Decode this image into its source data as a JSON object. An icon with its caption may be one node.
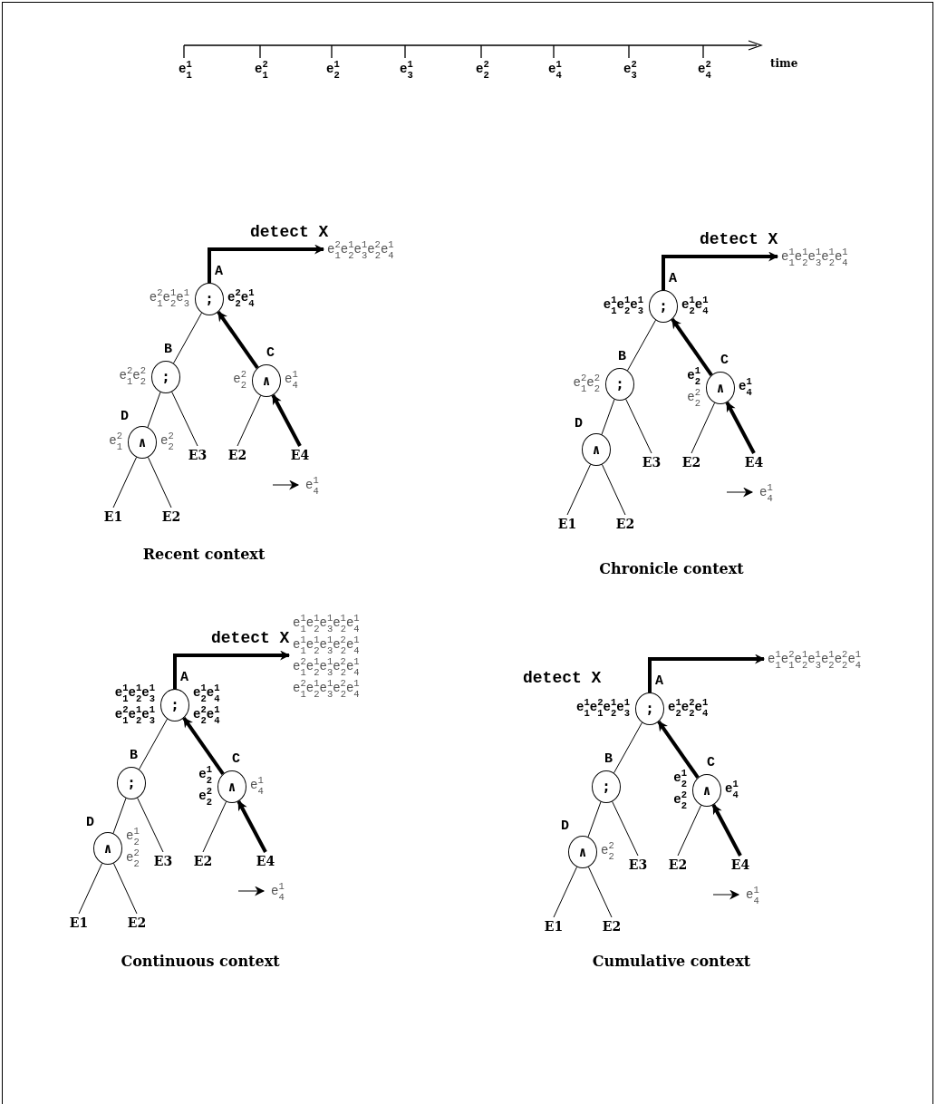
{
  "diagram": {
    "nodes": [
      {
        "text": [
          "e$^{2}$$_{1}$e$^{1}$$_{2}$e$^{1}$$_{3}$e$^{2}$$_{2}$e$^{1}$$_{4}$"
        ]
      },
      {
        "text": [
          "A",
          ";"
        ],
        "beside": [
          "e$^{2}$$_{1}$e$^{1}$$_{2}$e$^{1}$$_{3}$",
          "e$^{2}$$_{2}$e$^{1}$$_{4}$"
        ]
      },
      {
        "text": [
          "B",
          ";"
        ],
        "beside": [
          "e$^{2}$$_{1}$e$^{2}$$_{2}$"
        ]
      },
      {
        "text": [
          "C",
          "∧"
        ],
        "beside": [
          "e$^{2}$$_{2}$",
          "e$^{1}$$_{4}$"
        ]
      },
      {
        "text": [
          "D",
          "∧"
        ],
        "beside": [
          "e$^{2}$$_{1}$",
          "e$^{2}$$_{2}$"
        ]
      },
      {
        "text": [
          "E3"
        ]
      },
      {
        "text": [
          "E2"
        ]
      },
      {
        "text": [
          "E4"
        ]
      },
      {
        "text": [
          "e$^{1}$$_{4}$"
        ]
      },
      {
        "text": [
          "E1"
        ]
      },
      {
        "text": [
          "E2"
        ]
      },
      {
        "text": [
          "e$^{1}$$_{1}$e$^{1}$$_{2}$e$^{1}$$_{3}$e$^{1}$$_{2}$e$^{1}$$_{4}$"
        ]
      },
      {
        "text": [
          "A",
          ";"
        ],
        "beside": [
          "e$^{1}$$_{1}$e$^{1}$$_{2}$e$^{1}$$_{3}$",
          "e$^{1}$$_{2}$e$^{1}$$_{4}$"
        ]
      },
      {
        "text": [
          "B",
          ";"
        ],
        "beside": [
          "e$^{2}$$_{1}$e$^{2}$$_{2}$"
        ]
      },
      {
        "text": [
          "C",
          "∧"
        ],
        "beside": [
          "e$^{1}$$_{2}$",
          "e$^{2}$$_{2}$",
          "e$^{1}$$_{4}$"
        ]
      },
      {
        "text": [
          "D",
          "∧"
        ]
      },
      {
        "text": [
          "E3"
        ]
      },
      {
        "text": [
          "E2"
        ]
      },
      {
        "text": [
          "E4"
        ]
      },
      {
        "text": [
          "e$^{1}$$_{4}$"
        ]
      },
      {
        "text": [
          "E1"
        ]
      },
      {
        "text": [
          "E2"
        ]
      },
      {
        "text": [
          "e$^{1}$$_{1}$e$^{1}$$_{2}$e$^{1}$$_{3}$e$^{1}$$_{2}$e$^{1}$$_{4}$",
          "e$^{1}$$_{1}$e$^{1}$$_{2}$e$^{1}$$_{3}$e$^{2}$$_{2}$e$^{1}$$_{4}$",
          "e$^{2}$$_{1}$e$^{1}$$_{2}$e$^{1}$$_{3}$e$^{2}$$_{2}$e$^{1}$$_{4}$",
          "e$^{2}$$_{1}$e$^{1}$$_{2}$e$^{1}$$_{3}$e$^{2}$$_{2}$e$^{1}$$_{4}$"
        ]
      },
      {
        "text": [
          "A",
          ";"
        ],
        "beside": [
          "e$^{1}$$_{1}$e$^{1}$$_{2}$e$^{1}$$_{3}$",
          "e$^{2}$$_{1}$e$^{1}$$_{2}$e$^{1}$$_{3}$",
          "e$^{1}$$_{2}$e$^{1}$$_{4}$",
          "e$^{2}$$_{2}$e$^{1}$$_{4}$"
        ]
      },
      {
        "text": [
          "B",
          ";"
        ]
      },
      {
        "text": [
          "C",
          "∧"
        ],
        "beside": [
          "e$^{1}$$_{2}$",
          "e$^{2}$$_{2}$",
          "e$^{1}$$_{4}$"
        ]
      },
      {
        "text": [
          "D",
          "∧"
        ],
        "beside": [
          "e$^{1}$$_{2}$",
          "e$^{2}$$_{2}$"
        ]
      },
      {
        "text": [
          "E3"
        ]
      },
      {
        "text": [
          "E2"
        ]
      },
      {
        "text": [
          "E4"
        ]
      },
      {
        "text": [
          "e$^{1}$$_{4}$"
        ]
      },
      {
        "text": [
          "E1"
        ]
      },
      {
        "text": [
          "E2"
        ]
      },
      {
        "text": [
          "e$^{1}$$_{1}$e$^{2}$$_{1}$e$^{1}$$_{2}$e$^{1}$$_{3}$e$^{1}$$_{2}$e$^{2}$$_{2}$e$^{1}$$_{4}$"
        ]
      },
      {
        "text": [
          "A",
          ";"
        ],
        "beside": [
          "e$^{1}$$_{1}$e$^{2}$$_{1}$e$^{1}$$_{2}$e$^{1}$$_{3}$",
          "e$^{1}$$_{2}$e$^{2}$$_{2}$e$^{1}$$_{4}$"
        ]
      },
      {
        "text": [
          "B",
          ";"
        ]
      },
      {
        "text": [
          "C",
          "∧"
        ],
        "beside": [
          "e$^{1}$$_{2}$",
          "e$^{2}$$_{2}$",
          "e$^{1}$$_{4}$"
        ]
      },
      {
        "text": [
          "D",
          "∧"
        ],
        "beside": [
          "e$^{2}$$_{2}$"
        ]
      },
      {
        "text": [
          "E3"
        ]
      },
      {
        "text": [
          "E2"
        ]
      },
      {
        "text": [
          "E4"
        ]
      },
      {
        "text": [
          "e$^{1}$$_{4}$"
        ]
      },
      {
        "text": [
          "E1"
        ]
      },
      {
        "text": [
          "E2"
        ]
      }
    ],
    "edges": [
      {
        "from": 1,
        "to": 0,
        "arrow": "to",
        "label": "detect X",
        "style": "thick"
      },
      {
        "from": 1,
        "to": 2,
        "arrow": "none"
      },
      {
        "from": 3,
        "to": 1,
        "arrow": "to",
        "style": "thick"
      },
      {
        "from": 2,
        "to": 4,
        "arrow": "none"
      },
      {
        "from": 2,
        "to": 5,
        "arrow": "none"
      },
      {
        "from": 3,
        "to": 6,
        "arrow": "none"
      },
      {
        "from": 7,
        "to": 3,
        "arrow": "to",
        "style": "thick"
      },
      {
        "from": 4,
        "to": 9,
        "arrow": "none"
      },
      {
        "from": 4,
        "to": 10,
        "arrow": "none"
      },
      {
        "from": null,
        "to": 8,
        "arrow": "to"
      },
      {
        "from": 12,
        "to": 11,
        "arrow": "to",
        "label": "detect X",
        "style": "thick"
      },
      {
        "from": 12,
        "to": 13,
        "arrow": "none"
      },
      {
        "from": 14,
        "to": 12,
        "arrow": "to",
        "style": "thick"
      },
      {
        "from": 13,
        "to": 15,
        "arrow": "none"
      },
      {
        "from": 13,
        "to": 16,
        "arrow": "none"
      },
      {
        "from": 14,
        "to": 17,
        "arrow": "none"
      },
      {
        "from": 18,
        "to": 14,
        "arrow": "to",
        "style": "thick"
      },
      {
        "from": 15,
        "to": 20,
        "arrow": "none"
      },
      {
        "from": 15,
        "to": 21,
        "arrow": "none"
      },
      {
        "from": null,
        "to": 19,
        "arrow": "to"
      },
      {
        "from": 23,
        "to": 22,
        "arrow": "to",
        "label": "detect X",
        "style": "thick"
      },
      {
        "from": 23,
        "to": 24,
        "arrow": "none"
      },
      {
        "from": 25,
        "to": 23,
        "arrow": "to",
        "style": "thick"
      },
      {
        "from": 24,
        "to": 26,
        "arrow": "none"
      },
      {
        "from": 24,
        "to": 27,
        "arrow": "none"
      },
      {
        "from": 25,
        "to": 28,
        "arrow": "none"
      },
      {
        "from": 29,
        "to": 25,
        "arrow": "to",
        "style": "thick"
      },
      {
        "from": 26,
        "to": 31,
        "arrow": "none"
      },
      {
        "from": 26,
        "to": 32,
        "arrow": "none"
      },
      {
        "from": null,
        "to": 30,
        "arrow": "to"
      },
      {
        "from": 34,
        "to": 33,
        "arrow": "to",
        "label": "detect X",
        "style": "thick"
      },
      {
        "from": 34,
        "to": 35,
        "arrow": "none"
      },
      {
        "from": 36,
        "to": 34,
        "arrow": "to",
        "style": "thick"
      },
      {
        "from": 35,
        "to": 37,
        "arrow": "none"
      },
      {
        "from": 35,
        "to": 38,
        "arrow": "none"
      },
      {
        "from": 36,
        "to": 39,
        "arrow": "none"
      },
      {
        "from": 40,
        "to": 36,
        "arrow": "to",
        "style": "thick"
      },
      {
        "from": 37,
        "to": 42,
        "arrow": "none"
      },
      {
        "from": 37,
        "to": 43,
        "arrow": "none"
      },
      {
        "from": null,
        "to": 41,
        "arrow": "to"
      }
    ],
    "labels": [
      "e$^{1}$$_{1}$",
      "e$^{2}$$_{1}$",
      "e$^{1}$$_{2}$",
      "e$^{1}$$_{3}$",
      "e$^{2}$$_{2}$",
      "e$^{1}$$_{4}$",
      "e$^{2}$$_{3}$",
      "e$^{2}$$_{4}$",
      "time",
      "Recent context",
      "Chronicle context",
      "Continuous context",
      "Cumulative context"
    ]
  }
}
